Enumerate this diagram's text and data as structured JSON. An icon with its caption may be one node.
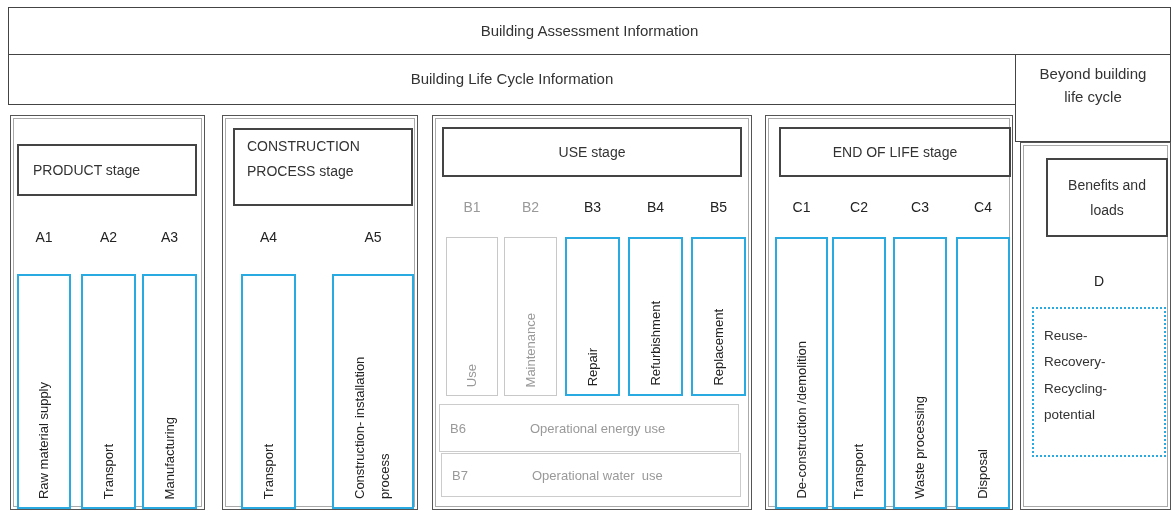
{
  "diagram": {
    "nodes": [
      {
        "text": [
          "Building Assessment Information"
        ]
      },
      {
        "text": [
          "Building Life Cycle Information"
        ]
      },
      {
        "text": [
          "Beyond building life cycle"
        ]
      },
      {
        "text": [],
        "shape": "box"
      },
      {
        "text": [
          "PRODUCT stage"
        ],
        "in": 3
      },
      {
        "text": [
          "A1",
          "Raw material supply"
        ],
        "in": 3
      },
      {
        "text": [
          "A2",
          "Transport"
        ],
        "in": 3
      },
      {
        "text": [
          "A3",
          "Manufacturing"
        ],
        "in": 3
      },
      {
        "text": [],
        "shape": "box"
      },
      {
        "text": [
          "CONSTRUCTION PROCESS stage"
        ],
        "in": 8
      },
      {
        "text": [
          "A4",
          "Transport"
        ],
        "in": 8
      },
      {
        "text": [
          "A5",
          "Construction- installation process"
        ],
        "in": 8
      },
      {
        "text": [],
        "shape": "box"
      },
      {
        "text": [
          "USE stage"
        ],
        "in": 12
      },
      {
        "text": [
          "B1",
          "Use"
        ],
        "in": 12
      },
      {
        "text": [
          "B2",
          "Maintenance"
        ],
        "in": 12
      },
      {
        "text": [
          "B3",
          "Repair"
        ],
        "in": 12
      },
      {
        "text": [
          "B4",
          "Refurbishment"
        ],
        "in": 12
      },
      {
        "text": [
          "B5",
          "Replacement"
        ],
        "in": 12
      },
      {
        "text": [
          "B6",
          "Operational energy use"
        ],
        "in": 12
      },
      {
        "text": [
          "B7",
          "Operational water  use"
        ],
        "in": 12
      },
      {
        "text": [],
        "shape": "box"
      },
      {
        "text": [
          "END OF LIFE stage"
        ],
        "in": 21
      },
      {
        "text": [
          "C1",
          "De-construction /demolition"
        ],
        "in": 21
      },
      {
        "text": [
          "C2",
          "Transport"
        ],
        "in": 21
      },
      {
        "text": [
          "C3",
          "Waste processing"
        ],
        "in": 21
      },
      {
        "text": [
          "C4",
          "Disposal"
        ],
        "in": 21
      },
      {
        "text": [],
        "shape": "box"
      },
      {
        "text": [
          "Benefits and loads"
        ],
        "in": 27
      },
      {
        "text": [
          "D",
          "Reuse- Recovery- Recycling- potential"
        ],
        "in": 27
      }
    ]
  }
}
